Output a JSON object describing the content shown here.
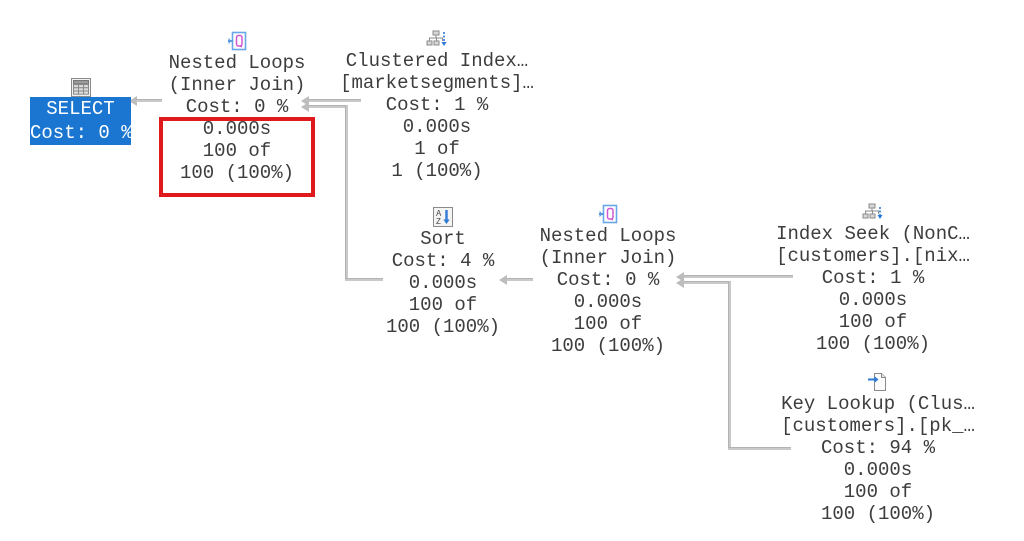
{
  "app": {
    "view": "query-execution-plan"
  },
  "colors": {
    "selected_node_bg": "#1b76d1",
    "selected_node_text": "#ffffff",
    "highlight_red": "#e0191d",
    "connector_gray": "#c9c9c9",
    "text": "#3d3d3d"
  },
  "nodes": {
    "select": {
      "icon": "result-grid-icon",
      "lines": [
        "SELECT",
        "Cost: 0 %"
      ]
    },
    "nested_loops_1": {
      "icon": "nested-loops-icon",
      "lines": [
        "Nested Loops",
        "(Inner Join)",
        "Cost: 0 %",
        "0.000s",
        "100 of",
        "100 (100%)"
      ]
    },
    "clustered_index": {
      "icon": "clustered-index-scan-icon",
      "lines": [
        "Clustered Index…",
        "[marketsegments]…",
        "Cost: 1 %",
        "0.000s",
        "1 of",
        "1 (100%)"
      ]
    },
    "sort": {
      "icon": "sort-icon",
      "lines": [
        "Sort",
        "Cost: 4 %",
        "0.000s",
        "100 of",
        "100 (100%)"
      ]
    },
    "nested_loops_2": {
      "icon": "nested-loops-icon",
      "lines": [
        "Nested Loops",
        "(Inner Join)",
        "Cost: 0 %",
        "0.000s",
        "100 of",
        "100 (100%)"
      ]
    },
    "index_seek": {
      "icon": "index-seek-icon",
      "lines": [
        "Index Seek (NonC…",
        "[customers].[nix…",
        "Cost: 1 %",
        "0.000s",
        "100 of",
        "100 (100%)"
      ]
    },
    "key_lookup": {
      "icon": "key-lookup-icon",
      "lines": [
        "Key Lookup (Clus…",
        "[customers].[pk_…",
        "Cost: 94 %",
        "0.000s",
        "100 of",
        "100 (100%)"
      ]
    }
  },
  "annotation": {
    "shape": "rectangle",
    "color": "#e0191d"
  }
}
